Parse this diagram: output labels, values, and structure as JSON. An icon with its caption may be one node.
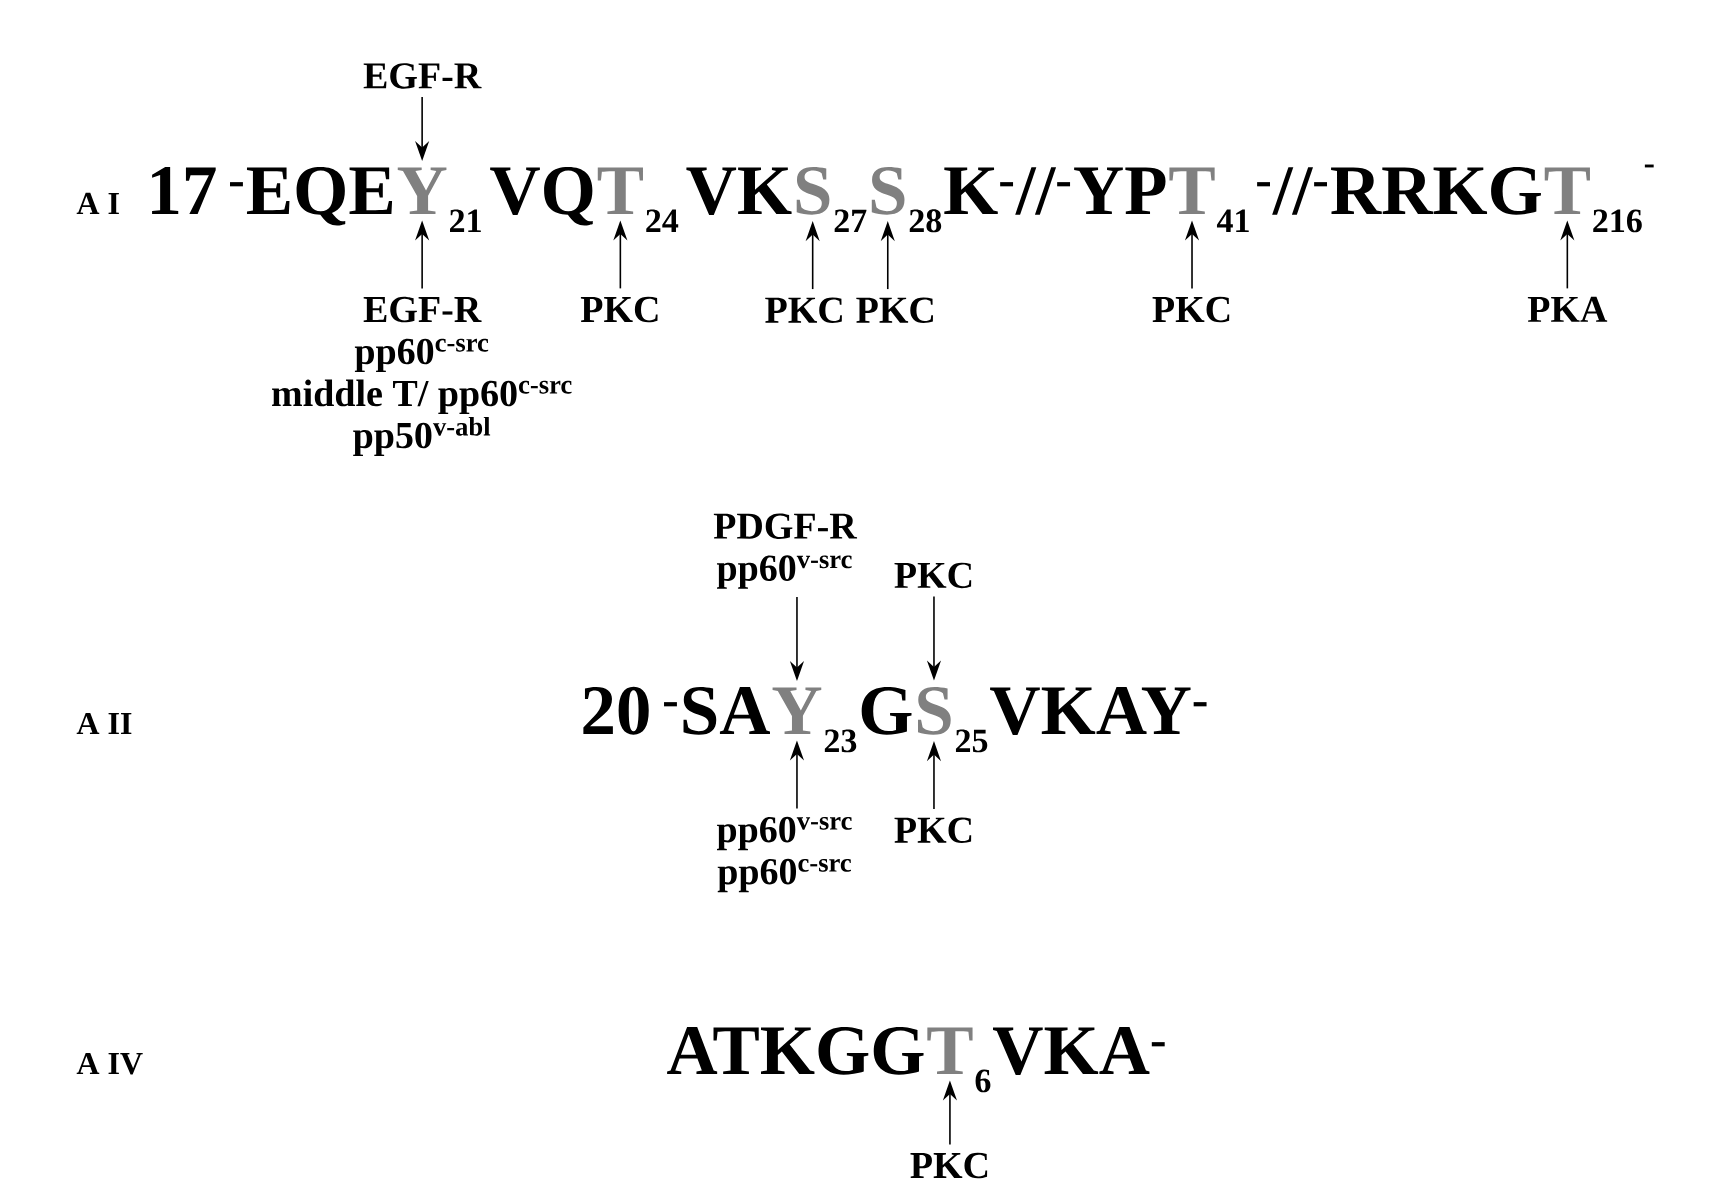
{
  "diagram": {
    "nodes": [
      {
        "text": [
          "EGF-R"
        ]
      },
      {
        "text": [
          "Y",
          "21"
        ]
      },
      {
        "text": [
          "T",
          "24"
        ]
      },
      {
        "text": [
          "S",
          "27"
        ]
      },
      {
        "text": [
          "S",
          "28"
        ]
      },
      {
        "text": [
          "T",
          "41"
        ]
      },
      {
        "text": [
          "T",
          "216"
        ]
      },
      {
        "text": [
          "EGF-R",
          "pp60$^{c-src}$",
          "middle T/ pp60$^{c-src}$",
          "pp50$^{v-abl}$"
        ]
      },
      {
        "text": [
          "PKC"
        ]
      },
      {
        "text": [
          "PKC"
        ]
      },
      {
        "text": [
          "PKC"
        ]
      },
      {
        "text": [
          "PKC"
        ]
      },
      {
        "text": [
          "PKA"
        ]
      },
      {
        "text": [
          "PDGF-R",
          "pp60$^{v-src}$"
        ]
      },
      {
        "text": [
          "PKC"
        ]
      },
      {
        "text": [
          "Y",
          "23"
        ]
      },
      {
        "text": [
          "S",
          "25"
        ]
      },
      {
        "text": [
          "pp60$^{v-src}$",
          "pp60$^{c-src}$"
        ]
      },
      {
        "text": [
          "PKC"
        ]
      },
      {
        "text": [
          "T",
          "6"
        ]
      },
      {
        "text": [
          "PKC"
        ]
      }
    ],
    "edges": [
      {
        "from": 0,
        "to": 1,
        "arrow": "to"
      },
      {
        "from": 7,
        "to": 1,
        "arrow": "to"
      },
      {
        "from": 8,
        "to": 2,
        "arrow": "to"
      },
      {
        "from": 9,
        "to": 3,
        "arrow": "to"
      },
      {
        "from": 10,
        "to": 4,
        "arrow": "to"
      },
      {
        "from": 11,
        "to": 5,
        "arrow": "to"
      },
      {
        "from": 12,
        "to": 6,
        "arrow": "to"
      },
      {
        "from": 13,
        "to": 15,
        "arrow": "to"
      },
      {
        "from": 14,
        "to": 16,
        "arrow": "to"
      },
      {
        "from": 17,
        "to": 15,
        "arrow": "to"
      },
      {
        "from": 18,
        "to": 16,
        "arrow": "to"
      },
      {
        "from": 20,
        "to": 19,
        "arrow": "to"
      }
    ],
    "labels": [
      "A I",
      "17",
      "$^{-}$EQE",
      "VQ",
      "VK",
      "K$^{-}$//$^{-}$YP",
      "$^{-}$//$^{-}$RRKG",
      "-",
      "A II",
      "20",
      "$^{-}$SA",
      "G",
      "VKAY$^{-}$",
      "A IV",
      "ATKGG",
      "VKA$^{-}$"
    ]
  }
}
